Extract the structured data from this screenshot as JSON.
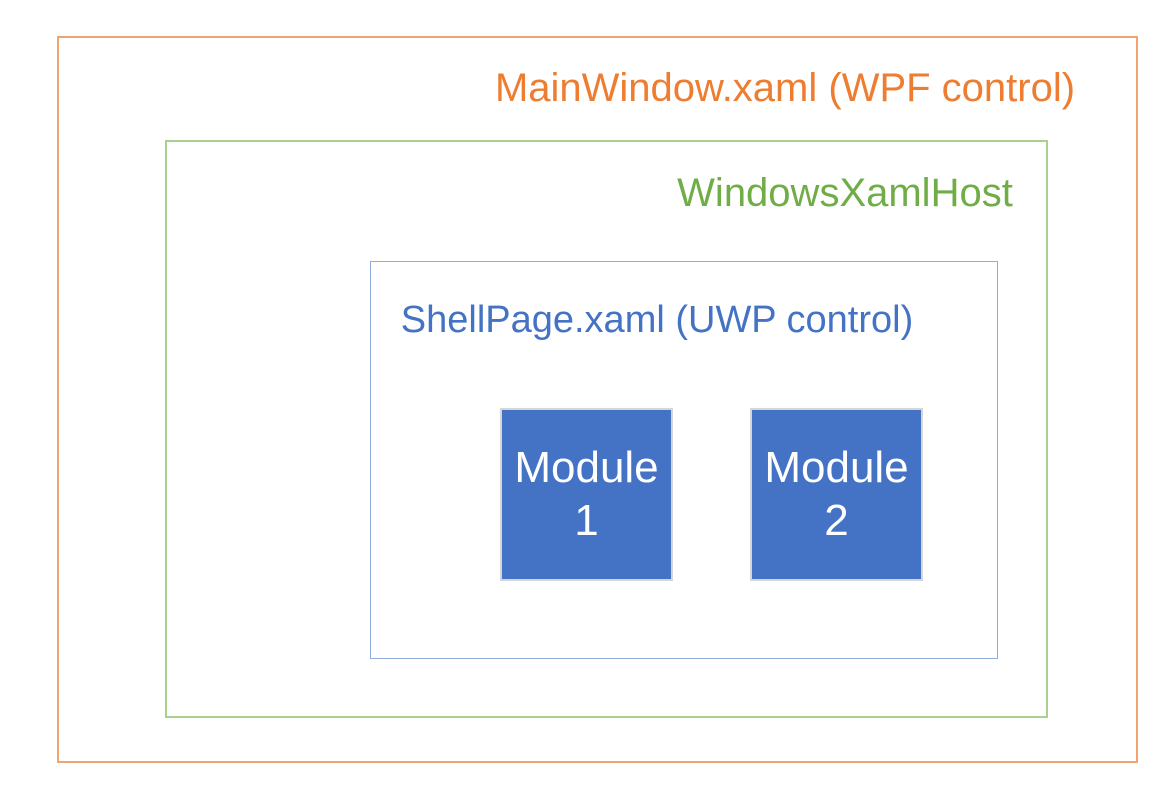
{
  "diagram": {
    "wpf_window": {
      "label": "MainWindow.xaml (WPF control)",
      "text_color": "#ED7D31",
      "border_color": "#F2A470"
    },
    "xaml_host": {
      "label": "WindowsXamlHost",
      "text_color": "#70AD47",
      "border_color": "#A9D18E"
    },
    "uwp_shell": {
      "label": "ShellPage.xaml (UWP control)",
      "text_color": "#4472C4",
      "border_color": "#8FAADC"
    },
    "modules": [
      {
        "lines": [
          "Module",
          "1"
        ]
      },
      {
        "lines": [
          "Module",
          "2"
        ]
      }
    ],
    "module_style": {
      "fill_color": "#4472C4",
      "text_color": "#FFFFFF",
      "border_color": "#D6D6D6"
    },
    "background_color": "#FFFFFF"
  }
}
